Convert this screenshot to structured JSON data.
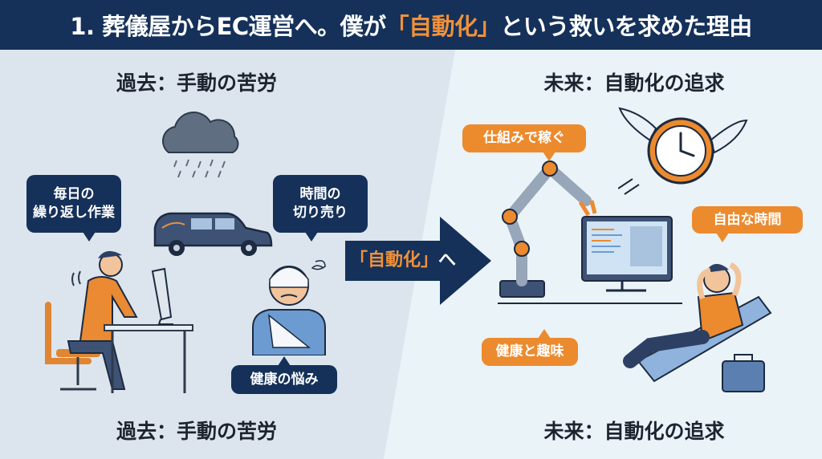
{
  "title": {
    "prefix": "1. 葬儀屋からEC運営へ。僕が",
    "highlight": "「自動化」",
    "suffix": "という救いを求めた理由"
  },
  "left": {
    "heading_top": "過去：手動の苦労",
    "heading_bottom": "過去：手動の苦労",
    "bubbles": [
      {
        "lines": [
          "毎日の",
          "繰り返し作業"
        ]
      },
      {
        "lines": [
          "時間の",
          "切り売り"
        ]
      },
      {
        "lines": [
          "健康の悩み"
        ]
      }
    ]
  },
  "arrow": {
    "label": "「自動化」",
    "suffix": "へ"
  },
  "right": {
    "heading_top": "未来：自動化の追求",
    "heading_bottom": "未来：自動化の追求",
    "bubbles": [
      {
        "lines": [
          "仕組みで稼ぐ"
        ]
      },
      {
        "lines": [
          "自由な時間"
        ]
      },
      {
        "lines": [
          "健康と趣味"
        ]
      }
    ]
  },
  "colors": {
    "navy": "#15315a",
    "orange": "#ec8a2e",
    "left_bg": "#dce5ed",
    "right_bg": "#eaf3f7"
  }
}
